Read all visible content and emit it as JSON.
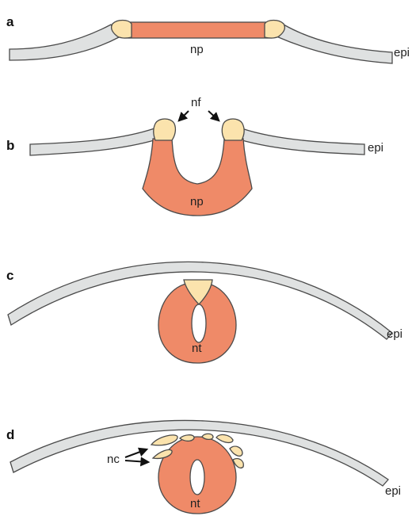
{
  "panels": [
    {
      "letter": "a",
      "labels": {
        "np": "np",
        "epi": "epi"
      }
    },
    {
      "letter": "b",
      "labels": {
        "nf": "nf",
        "np": "np",
        "epi": "epi"
      }
    },
    {
      "letter": "c",
      "labels": {
        "nt": "nt",
        "epi": "epi"
      }
    },
    {
      "letter": "d",
      "labels": {
        "nc": "nc",
        "nt": "nt",
        "epi": "epi"
      }
    }
  ],
  "colors": {
    "epidermis": "#dfe1e1",
    "neural_plate": "#ef8a68",
    "neural_fold": "#fbe3ad",
    "outline": "#4a4a4a"
  }
}
